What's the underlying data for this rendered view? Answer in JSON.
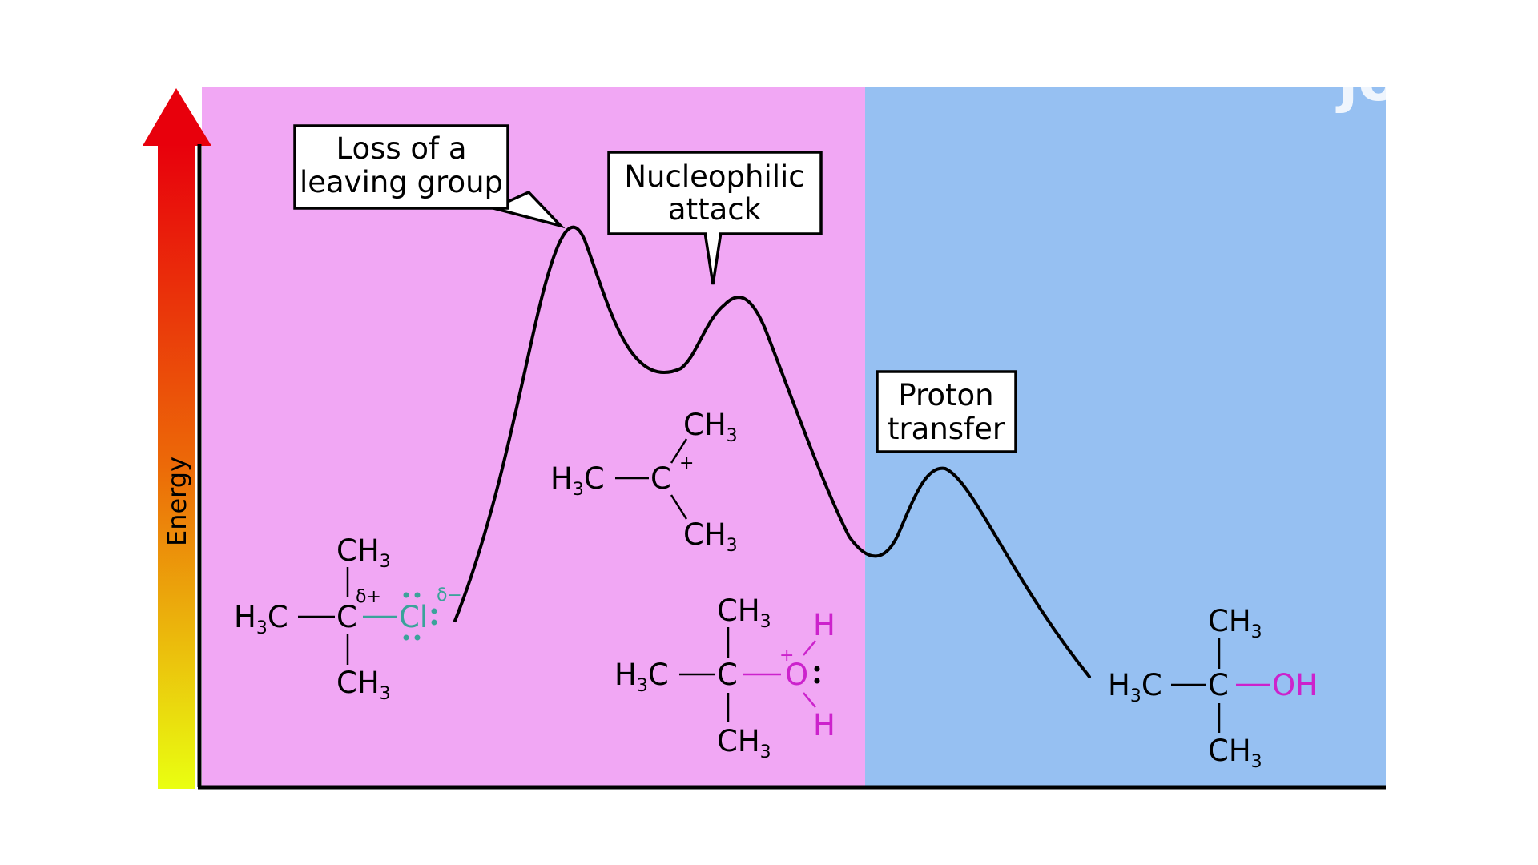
{
  "axis": {
    "y_label": "Energy"
  },
  "colors": {
    "region_left": "#f1a7f4",
    "region_right": "#96c0f2",
    "chlorine": "#3aa39a",
    "oxygen": "#cc22cc",
    "arrow_top": "#e8000c",
    "arrow_bottom": "#eaff10"
  },
  "callouts": {
    "leaving_group": {
      "line1": "Loss of a",
      "line2": "leaving group"
    },
    "nucleophilic": {
      "line1": "Nucleophilic",
      "line2": "attack"
    },
    "proton": {
      "line1": "Proton",
      "line2": "transfer"
    }
  },
  "molecules": {
    "reactant": {
      "top": "CH",
      "sub": "3",
      "left": "H",
      "left_sub": "3",
      "left_c": "C",
      "center": "C",
      "delta_plus": "δ+",
      "halogen": "Cl",
      "delta_minus": "δ−",
      "bottom": "CH",
      "bottom_sub": "3"
    },
    "carbocation": {
      "top": "CH",
      "sub": "3",
      "left": "H",
      "left_sub": "3",
      "left_c": "C",
      "center": "C",
      "charge": "+",
      "bottom": "CH",
      "bottom_sub": "3"
    },
    "oxonium": {
      "top": "CH",
      "sub": "3",
      "left": "H",
      "left_sub": "3",
      "left_c": "C",
      "center": "C",
      "oxygen": "O",
      "charge": "+",
      "h_top": "H",
      "h_bottom": "H",
      "bottom": "CH",
      "bottom_sub": "3"
    },
    "product": {
      "top": "CH",
      "sub": "3",
      "left": "H",
      "left_sub": "3",
      "left_c": "C",
      "center": "C",
      "group": "OH",
      "bottom": "CH",
      "bottom_sub": "3"
    }
  },
  "logo": {
    "text": "jove"
  }
}
